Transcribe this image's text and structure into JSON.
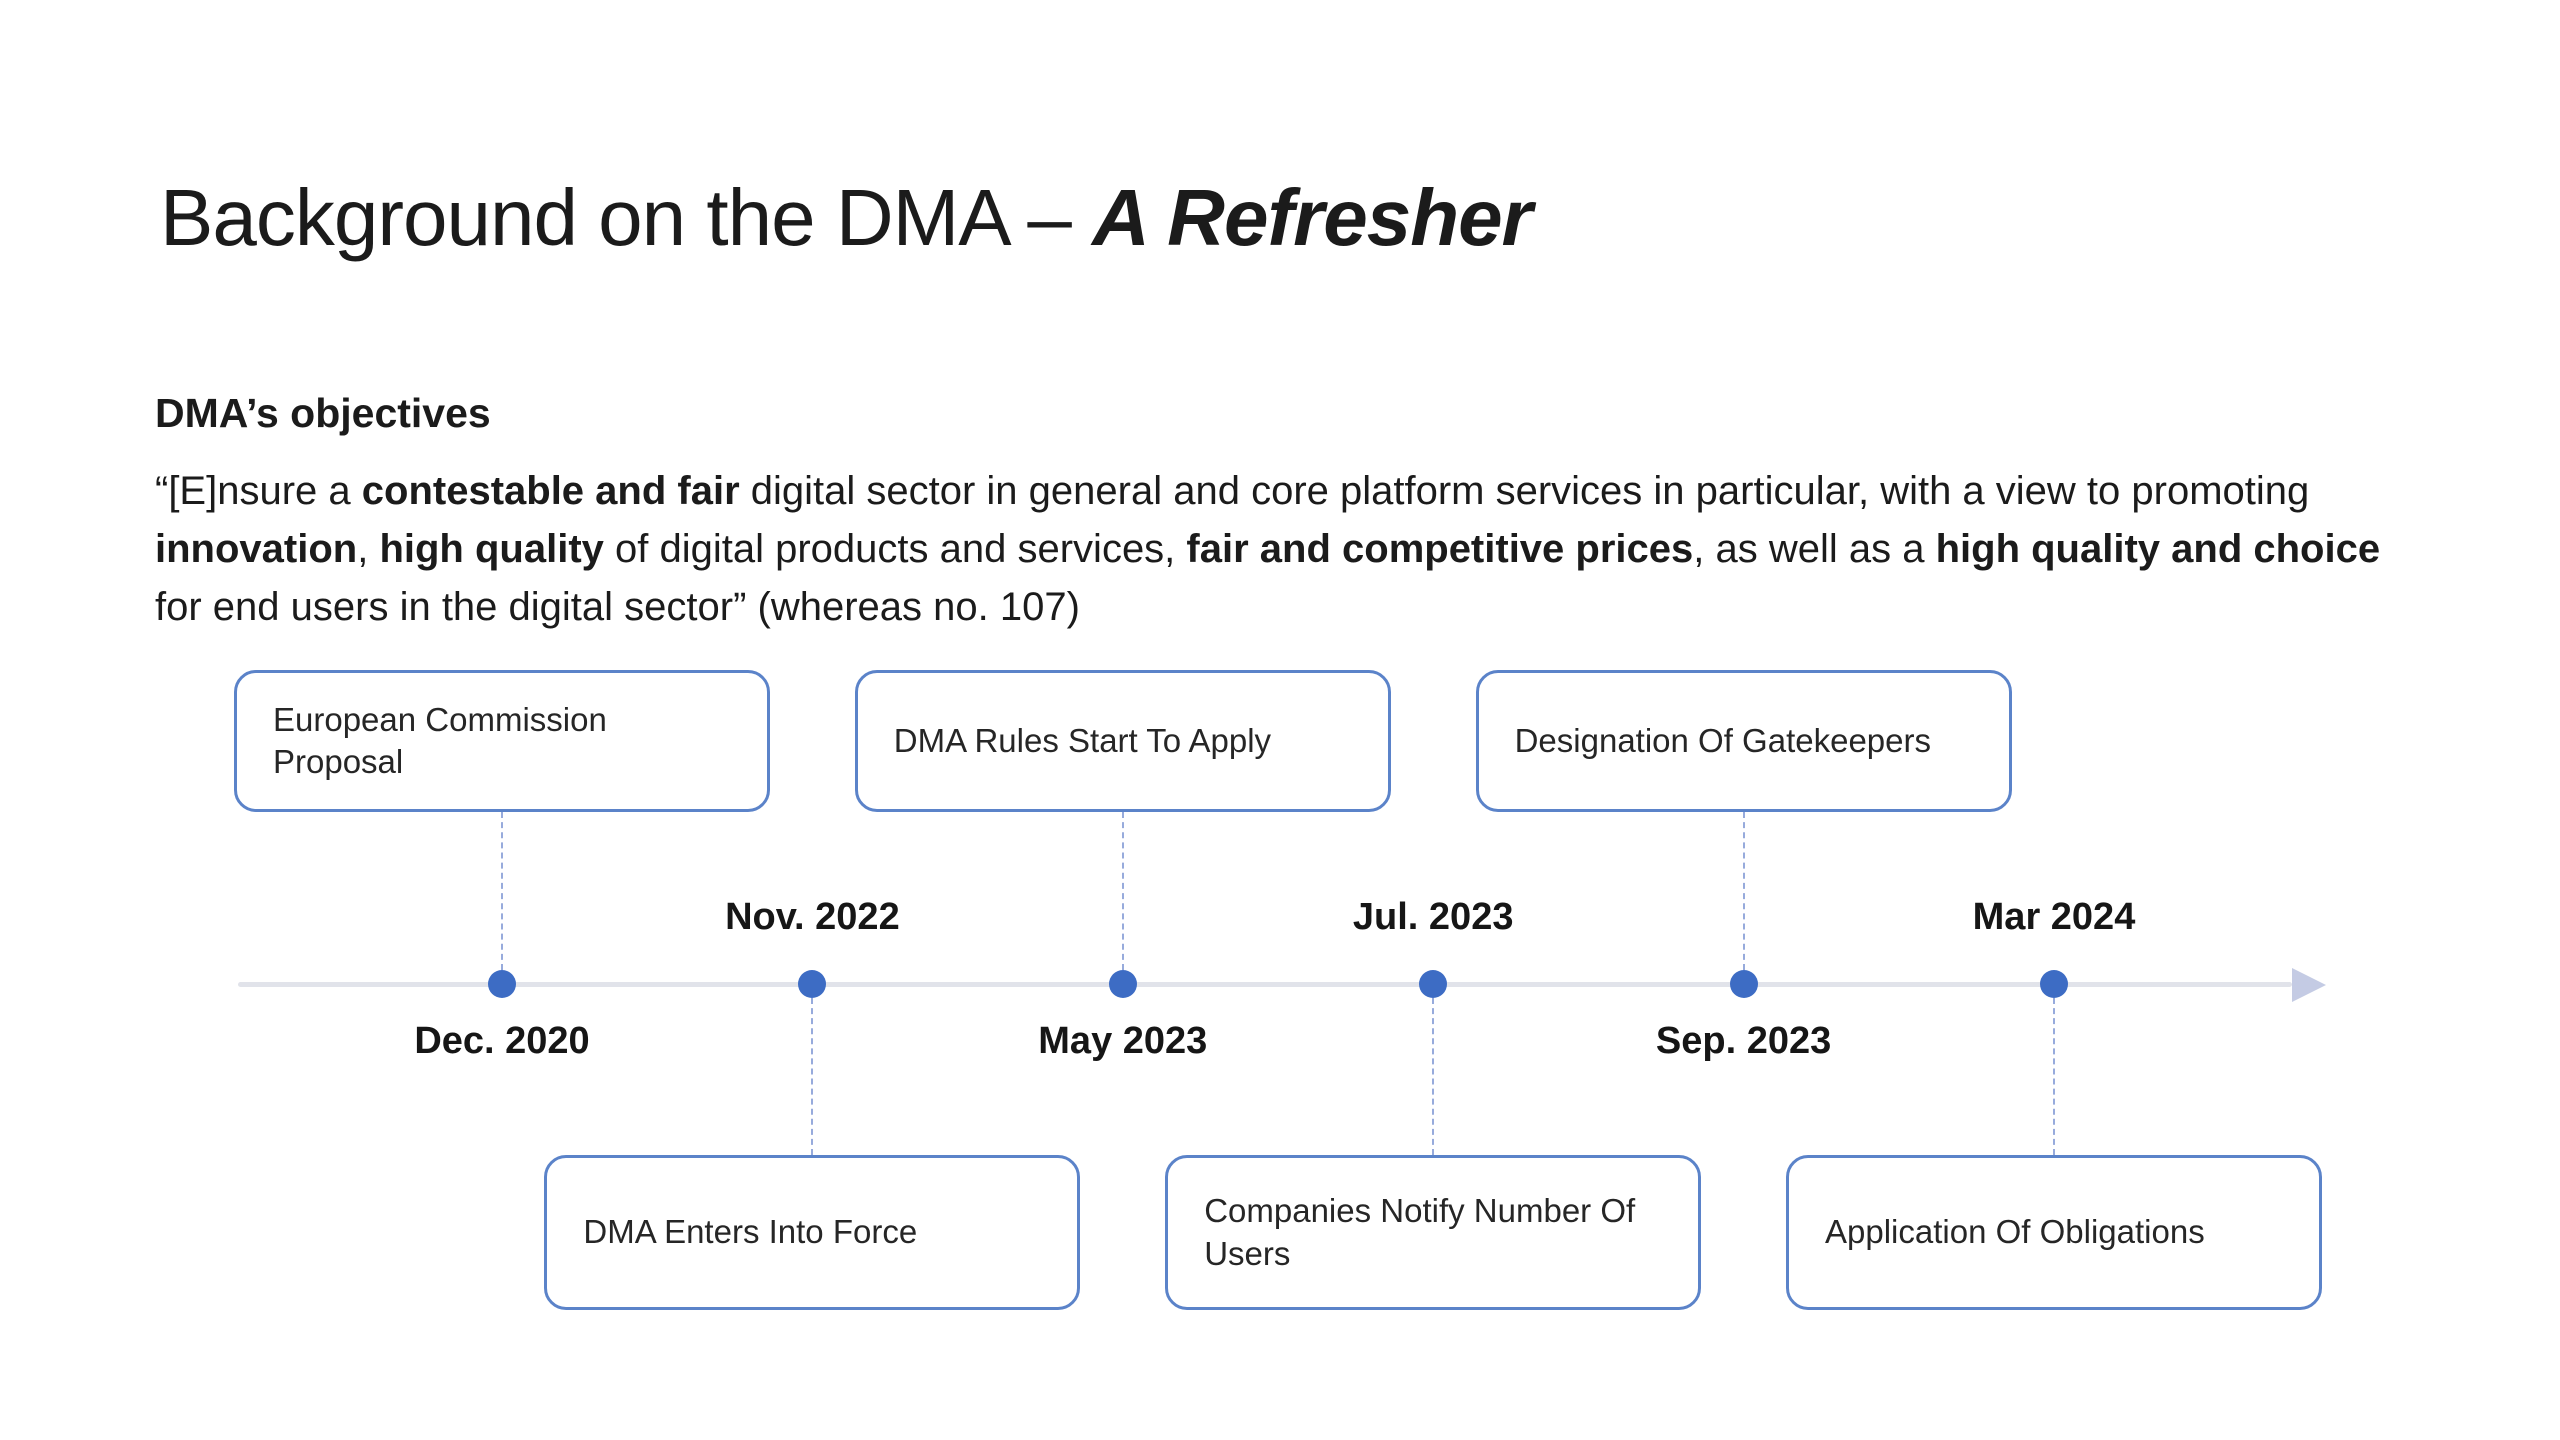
{
  "slide": {
    "title": {
      "regular": "Background on the DMA – ",
      "emphasis": "A Refresher"
    },
    "objectives_heading": "DMA’s objectives",
    "quote_segments": [
      {
        "text": "“[E]nsure a "
      },
      {
        "text": "contestable and fair",
        "bold": true
      },
      {
        "text": " digital sector in general and core platform services in particular, with a view to promoting "
      },
      {
        "text": "innovation",
        "bold": true
      },
      {
        "text": ", "
      },
      {
        "text": "high quality",
        "bold": true
      },
      {
        "text": " of digital products and services, "
      },
      {
        "text": "fair and competitive prices",
        "bold": true
      },
      {
        "text": ", as well as a "
      },
      {
        "text": "high quality and choice",
        "bold": true
      },
      {
        "text": " for end users in the digital sector” (whereas no. 107)"
      }
    ],
    "timeline": {
      "events": [
        {
          "date": "Dec. 2020",
          "label": "European Commission Proposal",
          "position": "above"
        },
        {
          "date": "Nov. 2022",
          "label": "DMA Enters Into Force",
          "position": "below"
        },
        {
          "date": "May 2023",
          "label": "DMA Rules Start To Apply",
          "position": "above"
        },
        {
          "date": "Jul. 2023",
          "label": "Companies Notify Number Of Users",
          "position": "below"
        },
        {
          "date": "Sep. 2023",
          "label": "Designation Of Gatekeepers",
          "position": "above"
        },
        {
          "date": "Mar 2024",
          "label": "Application Of Obligations",
          "position": "below"
        }
      ],
      "colors": {
        "dot": "#3D6CC4",
        "line": "#E1E3EA",
        "box_border": "#5B83C9",
        "connector": "#97ABDC",
        "arrow": "#C4CBE4"
      }
    }
  }
}
